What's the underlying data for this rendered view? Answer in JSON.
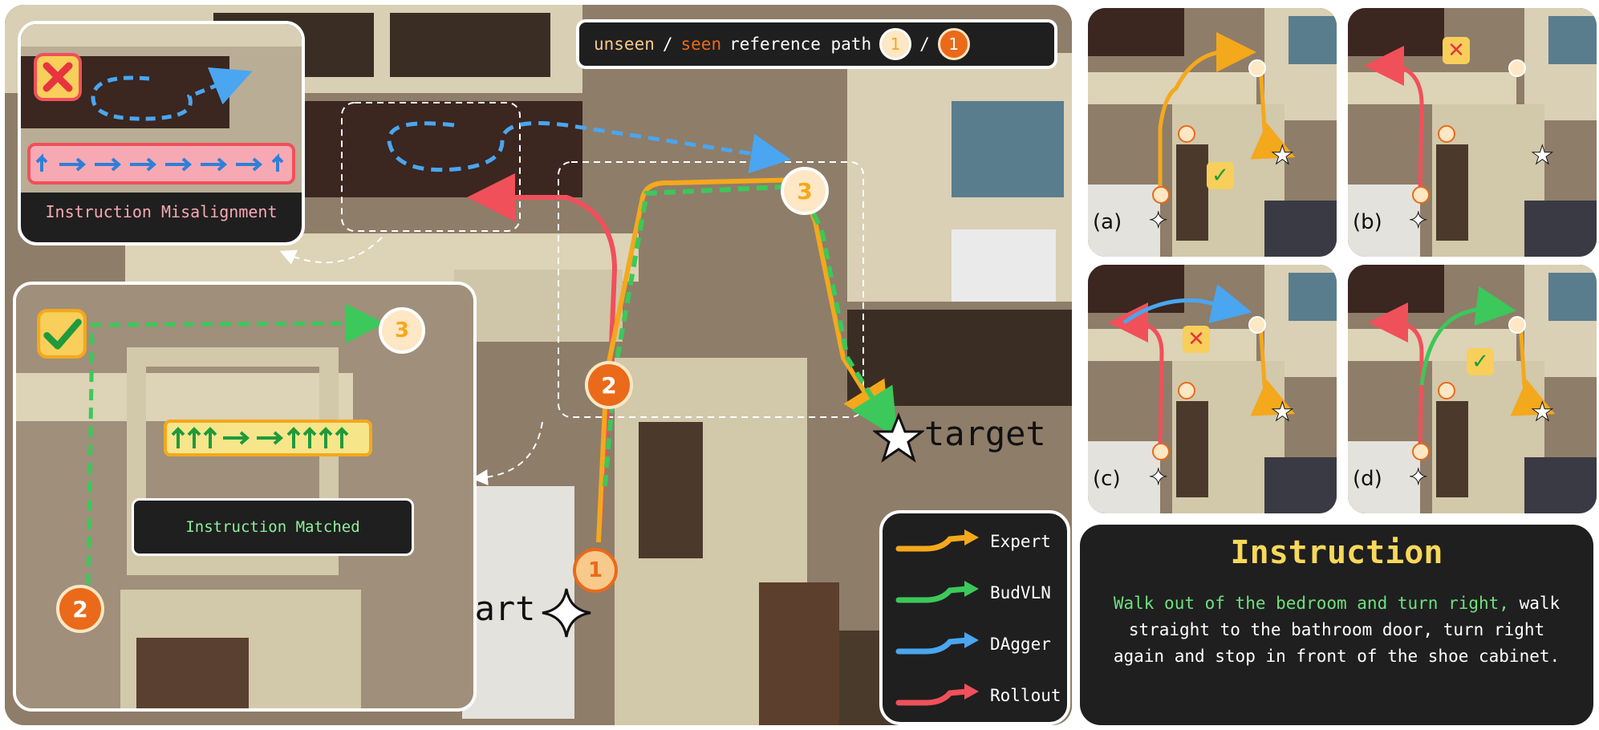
{
  "header": {
    "legend_unseen": "unseen",
    "legend_slash": "/",
    "legend_seen": "seen",
    "legend_rest": "reference path",
    "legend_circle_unseen": "1",
    "legend_circle_seen": "1",
    "legend_sep": "/"
  },
  "scene": {
    "start_label": "start",
    "target_label": "target",
    "waypoints": [
      "1",
      "2",
      "3"
    ]
  },
  "inset_misalign": {
    "caption": "Instruction Misalignment"
  },
  "inset_matched": {
    "caption": "Instruction Matched",
    "waypoint_a": "2",
    "waypoint_b": "3"
  },
  "legend": {
    "items": [
      {
        "label": "Expert",
        "color": "#f4a81c"
      },
      {
        "label": "BudVLN",
        "color": "#3cc85a"
      },
      {
        "label": "DAgger",
        "color": "#4aa6f0"
      },
      {
        "label": "Rollout",
        "color": "#f0505a"
      }
    ]
  },
  "subpanels": [
    {
      "label": "(a)"
    },
    {
      "label": "(b)"
    },
    {
      "label": "(c)"
    },
    {
      "label": "(d)"
    }
  ],
  "instruction": {
    "title": "Instruction",
    "highlight": "Walk out of the bedroom and  turn right,",
    "rest": " walk straight to the bathroom door, turn right again and stop in front of the shoe cabinet."
  },
  "colors": {
    "expert": "#f4a81c",
    "budvln": "#3cc85a",
    "dagger": "#4aa6f0",
    "rollout": "#f0505a",
    "seen": "#ea6a1a",
    "unseen": "#f7c98b",
    "panel": "#1f1f1f"
  }
}
